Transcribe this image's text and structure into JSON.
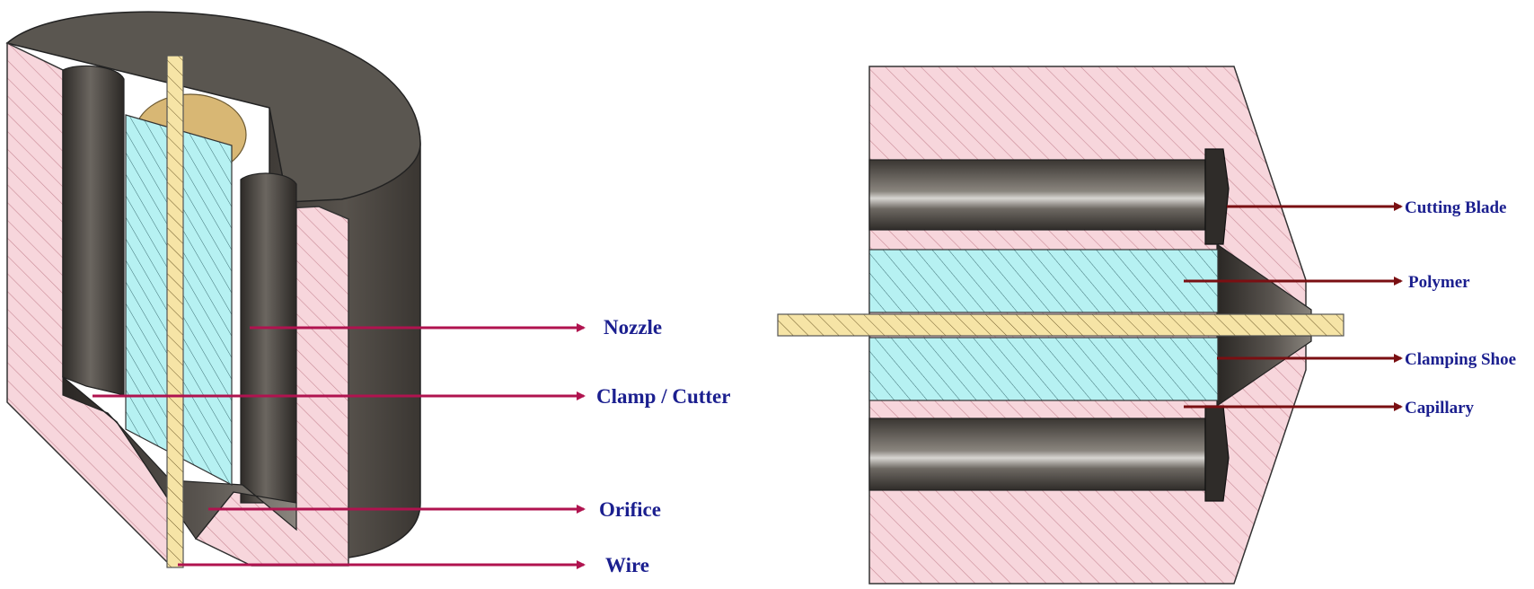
{
  "left_figure": {
    "labels": {
      "nozzle": "Nozzle",
      "clamp_cutter": "Clamp / Cutter",
      "orifice": "Orifice",
      "wire": "Wire"
    },
    "arrow_color": "#b0134f"
  },
  "right_figure": {
    "labels": {
      "cutting_blade": "Cutting Blade",
      "polymer": "Polymer",
      "clamping_shoe": "Clamping Shoe",
      "capillary": "Capillary"
    },
    "arrow_color": "#7a0f12"
  },
  "colors": {
    "label_text": "#1b1f8f",
    "hatch_pink": "#f7d6dc",
    "hatch_line": "#c98a96",
    "polymer_cyan": "#b6f1f2",
    "wire_tan": "#f6e4a6",
    "steel_dark": "#4d4944"
  }
}
